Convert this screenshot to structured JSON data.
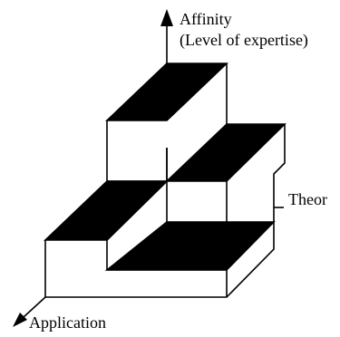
{
  "labels": {
    "affinity_axis_line1": "Affinity",
    "affinity_axis_line2": "(Level of expertise)",
    "theory_axis": "Theor",
    "application_axis": "Application"
  },
  "colors": {
    "ink": "#000000",
    "background": "#ffffff"
  }
}
